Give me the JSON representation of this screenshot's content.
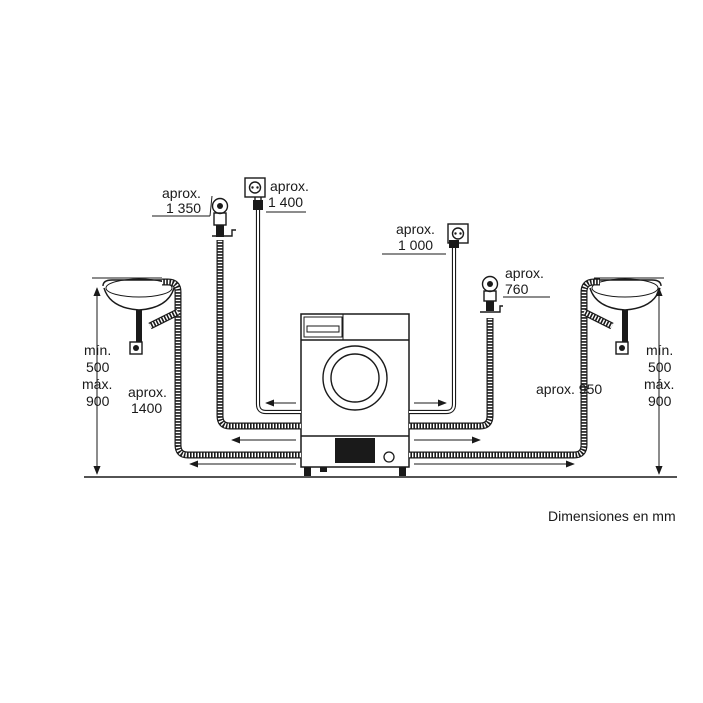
{
  "labels": {
    "inlet_left_line1": "aprox.",
    "inlet_left_line2": "1 350",
    "plug_left_line1": "aprox.",
    "plug_left_line2": "1 400",
    "plug_right_line1": "aprox.",
    "plug_right_line2": "1 000",
    "inlet_right_line1": "aprox.",
    "inlet_right_line2": "760",
    "drain_left_line1": "aprox.",
    "drain_left_line2": "1400",
    "drain_right": "aprox. 950",
    "height_left_line1": "mín.",
    "height_left_line2": "500",
    "height_left_line3": "máx.",
    "height_left_line4": "900",
    "height_right_line1": "mín.",
    "height_right_line2": "500",
    "height_right_line3": "máx.",
    "height_right_line4": "900",
    "units_note": "Dimensiones en mm"
  },
  "icons": [
    "wall-socket-icon",
    "power-plug-icon",
    "water-tap-icon",
    "washbasin-icon",
    "washing-machine-icon"
  ],
  "colors": {
    "line": "#1a1a1a",
    "background": "#ffffff"
  }
}
